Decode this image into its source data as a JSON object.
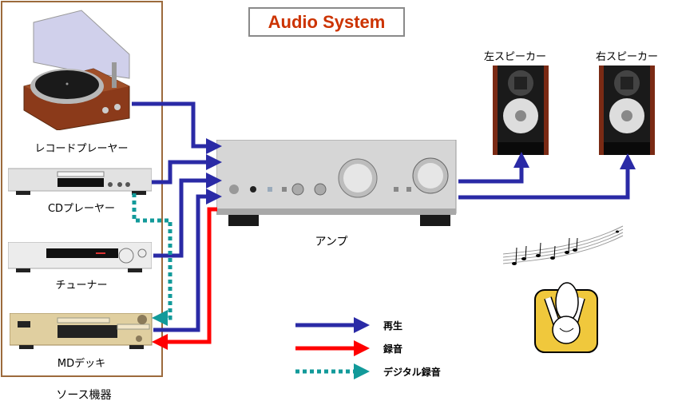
{
  "title": "Audio System",
  "source_group_label": "ソース機器",
  "devices": {
    "record_player": {
      "label": "レコードプレーヤー",
      "icon": "turntable-icon"
    },
    "cd_player": {
      "label": "CDプレーヤー",
      "icon": "cd-player-icon"
    },
    "tuner": {
      "label": "チューナー",
      "icon": "tuner-icon"
    },
    "md_deck": {
      "label": "MDデッキ",
      "icon": "md-deck-icon"
    },
    "amplifier": {
      "label": "アンプ",
      "icon": "amplifier-icon"
    },
    "left_speaker": {
      "label": "左スピーカー",
      "icon": "speaker-icon"
    },
    "right_speaker": {
      "label": "右スピーカー",
      "icon": "speaker-icon"
    }
  },
  "decorations": {
    "music_notes": "music-notes-icon",
    "listener": "listener-in-chair-icon"
  },
  "legend": [
    {
      "label": "再生",
      "style": "solid",
      "color": "#2a2aa6"
    },
    {
      "label": "録音",
      "style": "solid",
      "color": "#ff0000"
    },
    {
      "label": "デジタル録音",
      "style": "dotted",
      "color": "#129a9a"
    }
  ],
  "colors": {
    "playback": "#2a2aa6",
    "recording": "#ff0000",
    "digital_recording": "#129a9a",
    "title": "#cc3300",
    "frame": "#9c6a3c"
  },
  "connections": [
    {
      "from": "record_player",
      "to": "amplifier",
      "type": "playback"
    },
    {
      "from": "cd_player",
      "to": "amplifier",
      "type": "playback"
    },
    {
      "from": "tuner",
      "to": "amplifier",
      "type": "playback"
    },
    {
      "from": "md_deck",
      "to": "amplifier",
      "type": "playback"
    },
    {
      "from": "amplifier",
      "to": "md_deck",
      "type": "recording"
    },
    {
      "from": "cd_player",
      "to": "md_deck",
      "type": "digital_recording"
    },
    {
      "from": "amplifier",
      "to": "left_speaker",
      "type": "playback"
    },
    {
      "from": "amplifier",
      "to": "right_speaker",
      "type": "playback"
    }
  ]
}
